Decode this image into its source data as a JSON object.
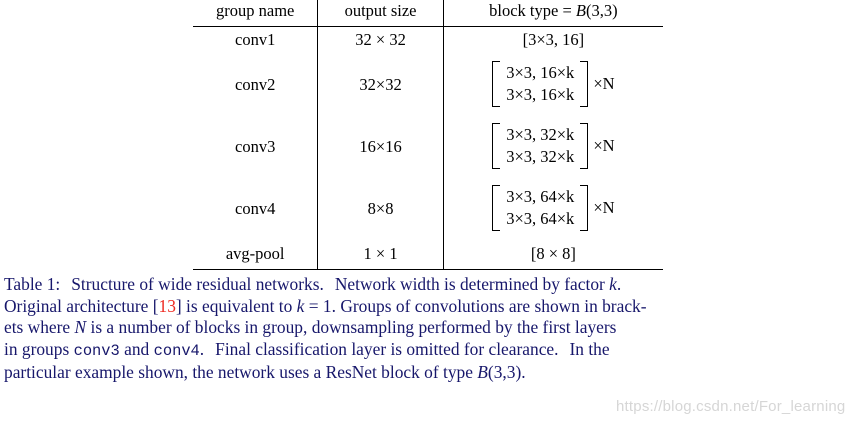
{
  "table": {
    "columns": [
      "group name",
      "output size",
      "block type = B(3,3)"
    ],
    "header_block_type": {
      "prefix": "block type = ",
      "symbol": "B",
      "args": "(3,3)"
    },
    "rows": [
      {
        "group": "conv1",
        "output_size": "32 × 32",
        "block_kind": "simple",
        "block": "[3×3, 16]",
        "multiplier": ""
      },
      {
        "group": "conv2",
        "output_size": "32×32",
        "block_kind": "matrix",
        "block_lines": [
          "3×3, 16×k",
          "3×3, 16×k"
        ],
        "multiplier": "×N"
      },
      {
        "group": "conv3",
        "output_size": "16×16",
        "block_kind": "matrix",
        "block_lines": [
          "3×3, 32×k",
          "3×3, 32×k"
        ],
        "multiplier": "×N"
      },
      {
        "group": "conv4",
        "output_size": "8×8",
        "block_kind": "matrix",
        "block_lines": [
          "3×3, 64×k",
          "3×3, 64×k"
        ],
        "multiplier": "×N"
      },
      {
        "group": "avg-pool",
        "output_size": "1 × 1",
        "block_kind": "simple",
        "block": "[8 × 8]",
        "multiplier": ""
      }
    ]
  },
  "caption": {
    "label": "Table 1:",
    "line1_a": "Structure of wide residual networks.",
    "line1_b": "Network width is determined by factor",
    "line1_k": "k",
    "line1_end": ".",
    "line2_a": "Original architecture [",
    "line2_cite": "13",
    "line2_b": "] is equivalent to",
    "line2_k": "k",
    "line2_eq": "= 1",
    "line2_c": ". Groups of convolutions are shown in brack-",
    "line3_a": "ets where",
    "line3_N": "N",
    "line3_b": "is a number of blocks in group, downsampling performed by the first layers",
    "line4_a": "in groups",
    "line4_mono1": "conv3",
    "line4_and": "and",
    "line4_mono2": "conv4",
    "line4_b": ".",
    "line4_c": "Final classification layer is omitted for clearance.",
    "line4_d": "In the",
    "line5_a": "particular example shown, the network uses a ResNet block of type",
    "line5_B": "B",
    "line5_args": "(3,3)",
    "line5_end": "."
  },
  "watermark": {
    "text": "https://blog.csdn.net/For_learning"
  },
  "colors": {
    "caption_text": "#17176b",
    "citation": "#ee2a22",
    "table_text": "#000000",
    "watermark": "#d6d6d6",
    "background": "#ffffff"
  }
}
